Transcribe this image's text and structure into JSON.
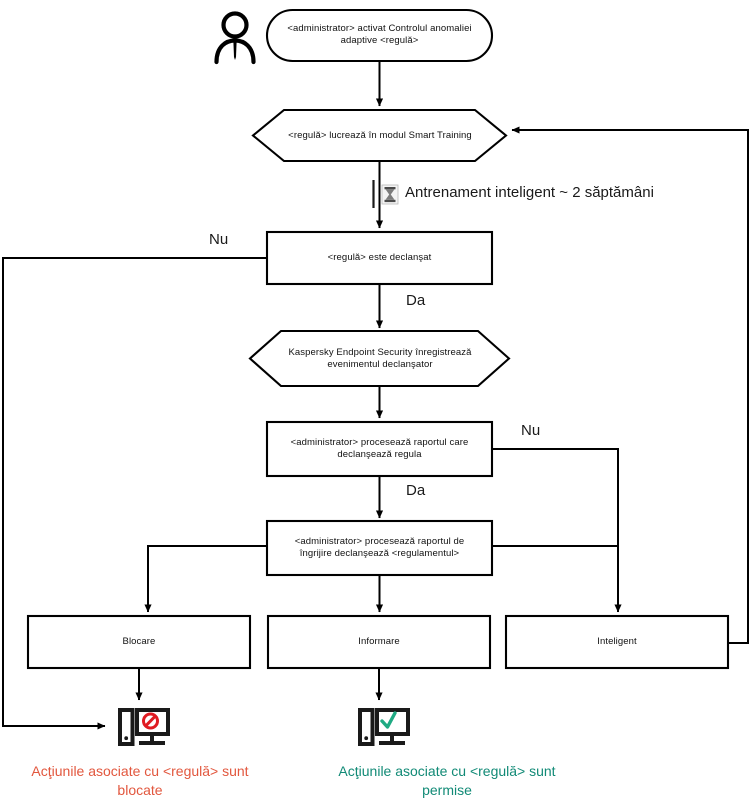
{
  "diagram": {
    "title": "Adaptive Anomaly Control rule workflow",
    "language": "ro",
    "actor": {
      "icon": "person-icon"
    },
    "nodes": {
      "start": {
        "shape": "rounded-rectangle",
        "text": "<administrator> activat Controlul anomaliei\nadaptive <regulă>"
      },
      "smart_training": {
        "shape": "hexagon",
        "text": "<regulă> lucrează în modul Smart Training"
      },
      "rule_triggered": {
        "shape": "rectangle",
        "text": "<regulă> este declanşat"
      },
      "kes_registers": {
        "shape": "hexagon",
        "text": "Kaspersky Endpoint Security înregistrează\nevenimentul declanşator"
      },
      "admin_processes_report": {
        "shape": "rectangle",
        "text": "<administrator> procesează raportul care\ndeclanşează regula"
      },
      "admin_processes_care_report": {
        "shape": "rectangle",
        "text": "<administrator> procesează raportul de\nîngrijire declanşează <regulamentul>"
      },
      "action_block": {
        "shape": "rectangle",
        "text": "Blocare"
      },
      "action_inform": {
        "shape": "rectangle",
        "text": "Informare"
      },
      "action_smart": {
        "shape": "rectangle",
        "text": "Inteligent"
      }
    },
    "edge_labels": {
      "no_rule_triggered": "Nu",
      "yes_rule_triggered": "Da",
      "no_admin_report": "Nu",
      "yes_admin_report": "Da"
    },
    "notes": {
      "training_duration": {
        "icon": "hourglass-icon",
        "text": "Antrenament inteligent ~ 2 săptămâni"
      }
    },
    "outcomes": [
      {
        "icon": "monitor-blocked-icon",
        "text": "Acţiunile asociate cu <regulă> sunt\nblocate",
        "color": "#e2573e"
      },
      {
        "icon": "monitor-allowed-icon",
        "text": "Acţiunile asociate cu <regulă> sunt\npermise",
        "color": "#118a76"
      }
    ],
    "colors": {
      "stroke": "#000000",
      "text": "#111111",
      "blocked": "#e2573e",
      "allowed": "#118a76",
      "blocked_icon": "#e01b22",
      "allowed_icon": "#1faa83",
      "background": "#ffffff"
    }
  }
}
